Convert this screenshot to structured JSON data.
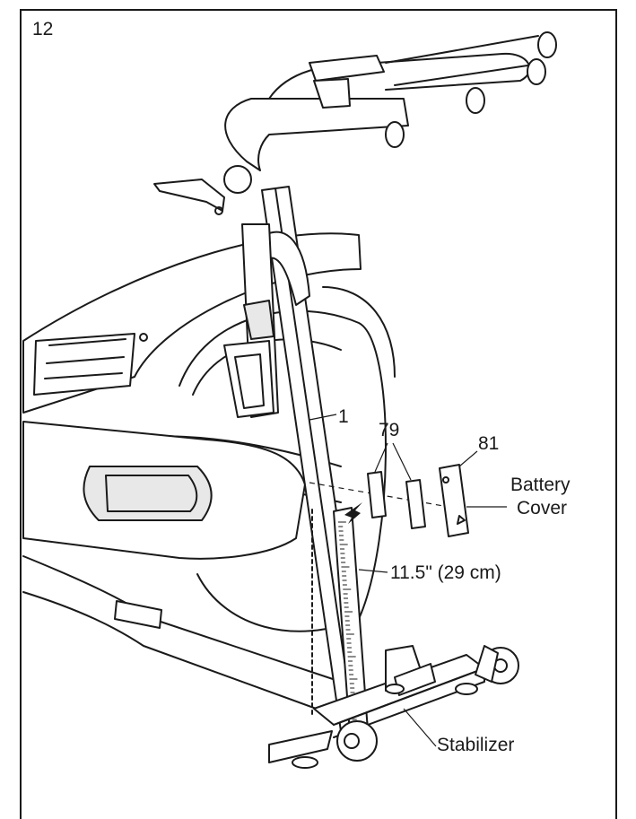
{
  "step_number": "12",
  "labels": {
    "part_1": "1",
    "part_79": "79",
    "part_81": "81",
    "battery_line1": "Battery",
    "battery_line2": "Cover",
    "measurement": "11.5\" (29 cm)",
    "stabilizer": "Stabilizer"
  }
}
